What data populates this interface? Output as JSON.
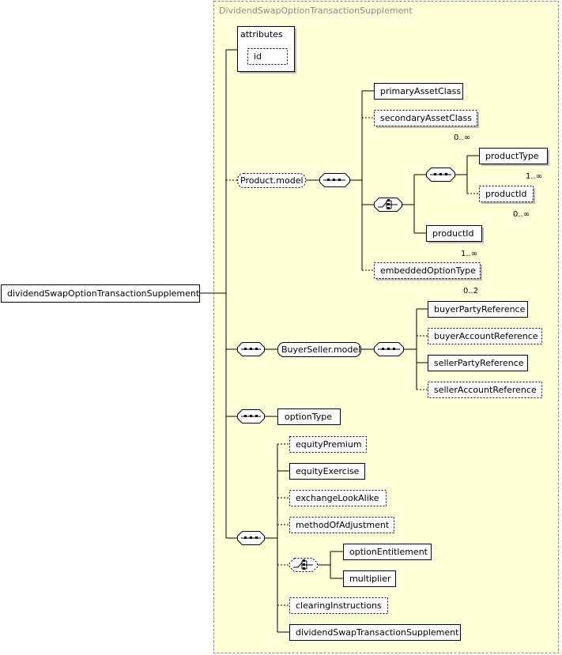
{
  "colors": {
    "type_background": "#ffffd8",
    "type_border": "#808080",
    "title_text": "#8a8a8a",
    "shadow": "#b8b8b8"
  },
  "root": {
    "label": "dividendSwapOptionTransactionSupplement"
  },
  "type": {
    "name": "DividendSwapOptionTransactionSupplement"
  },
  "attributes": {
    "title": "attributes",
    "id": "id"
  },
  "product_model": {
    "label": "Product.model",
    "primary_asset_class": "primaryAssetClass",
    "secondary_asset_class": "secondaryAssetClass",
    "secondary_asset_class_occ": "0..∞",
    "product_type": "productType",
    "product_type_occ": "1..∞",
    "product_id_optional": "productId",
    "product_id_optional_occ": "0..∞",
    "product_id": "productId",
    "product_id_occ": "1..∞",
    "embedded_option_type": "embeddedOptionType",
    "embedded_option_type_occ": "0..2"
  },
  "buyer_seller": {
    "label": "BuyerSeller.model",
    "items": [
      "buyerPartyReference",
      "buyerAccountReference",
      "sellerPartyReference",
      "sellerAccountReference"
    ]
  },
  "option_type": "optionType",
  "equity_sequence": {
    "equity_premium": "equityPremium",
    "equity_exercise": "equityExercise",
    "exchange_look_alike": "exchangeLookAlike",
    "method_of_adjustment": "methodOfAdjustment",
    "option_entitlement": "optionEntitlement",
    "multiplier": "multiplier",
    "clearing_instructions": "clearingInstructions",
    "dividend_swap_transaction_supplement": "dividendSwapTransactionSupplement"
  }
}
